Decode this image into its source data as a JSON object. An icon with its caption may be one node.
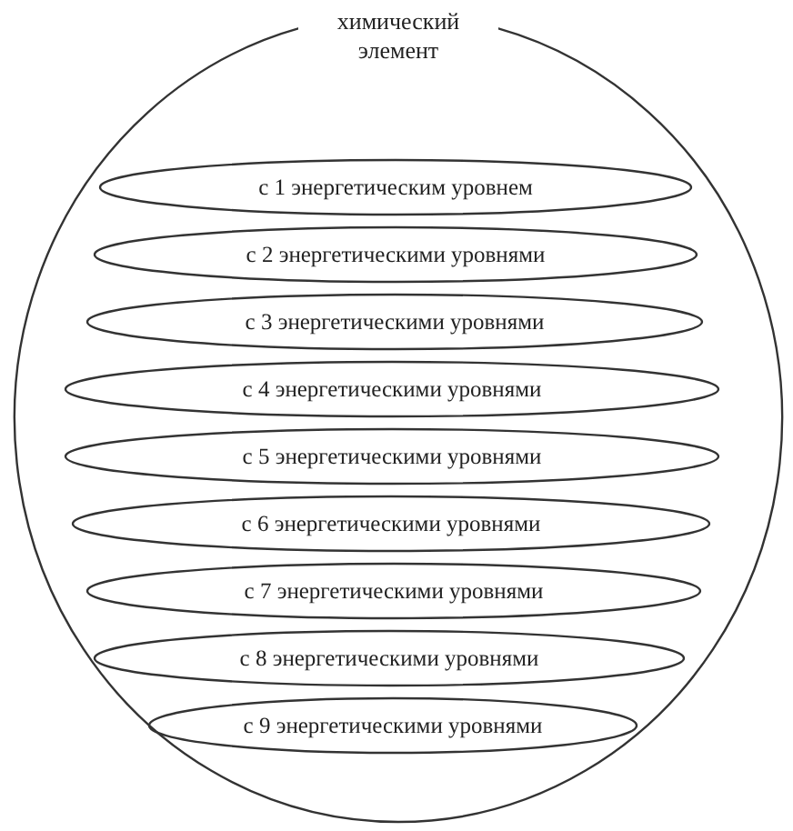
{
  "diagram": {
    "nodes": [
      {
        "text": [
          "химический элемент"
        ]
      },
      {
        "text": [
          "с 1 энергетическим уровнем"
        ],
        "in": 0
      },
      {
        "text": [
          "с 2 энергетическими уровнями"
        ],
        "in": 0
      },
      {
        "text": [
          "с 3 энергетическими уровнями"
        ],
        "in": 0
      },
      {
        "text": [
          "с 4 энергетическими уровнями"
        ],
        "in": 0
      },
      {
        "text": [
          "с 5 энергетическими уровнями"
        ],
        "in": 0
      },
      {
        "text": [
          "с 6 энергетическими уровнями"
        ],
        "in": 0
      },
      {
        "text": [
          "с 7 энергетическими уровнями"
        ],
        "in": 0
      },
      {
        "text": [
          "с 8 энергетическими уровнями"
        ],
        "in": 0
      },
      {
        "text": [
          "с 9 энергетическими уровнями"
        ],
        "in": 0
      }
    ]
  }
}
